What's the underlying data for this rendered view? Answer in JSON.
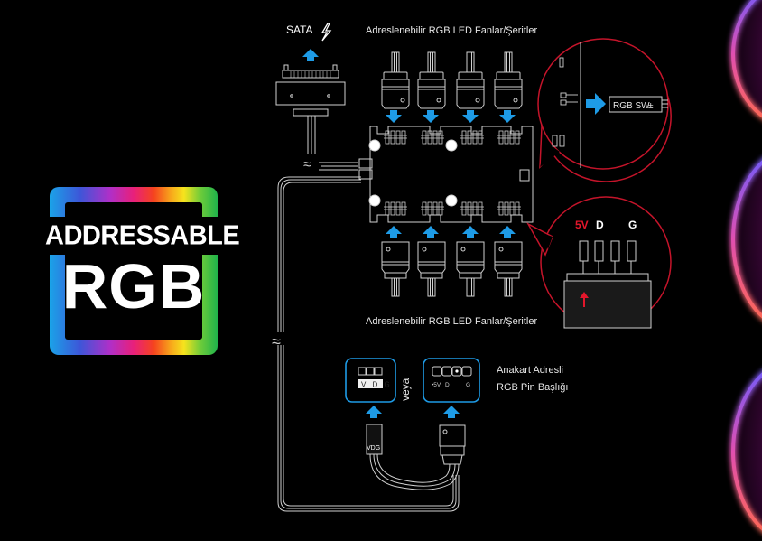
{
  "logo": {
    "line1": "ADDRESSABLE",
    "line2": "RGB"
  },
  "diagram": {
    "sata_label": "SATA",
    "sata_icon": "lightning-bolt-icon",
    "top_fans_label": "Adreslenebilir RGB LED  Fanlar/Şeritler",
    "bottom_fans_label": "Adreslenebilir RGB LED  Fanlar/Şeritler",
    "rgb_sw_label": "RGB SW",
    "rgb_sw_symbol": "±",
    "pin_labels": {
      "five_v": "5V",
      "d": "D",
      "g": "G"
    },
    "header_3pin_label": "V D G",
    "or_label": "veya",
    "header_4pin_labels": [
      "•5V",
      "D",
      "G"
    ],
    "connector_vdg_label": "VDG",
    "motherboard_label_line1": "Anakart Adresli",
    "motherboard_label_line2": "RGB Pin Başlığı",
    "break_symbol": "≈"
  },
  "colors": {
    "accent_blue": "#1e9be6",
    "callout_red": "#c4142a",
    "line_gray": "#cfcfcf",
    "five_v_red": "#e3162b"
  }
}
